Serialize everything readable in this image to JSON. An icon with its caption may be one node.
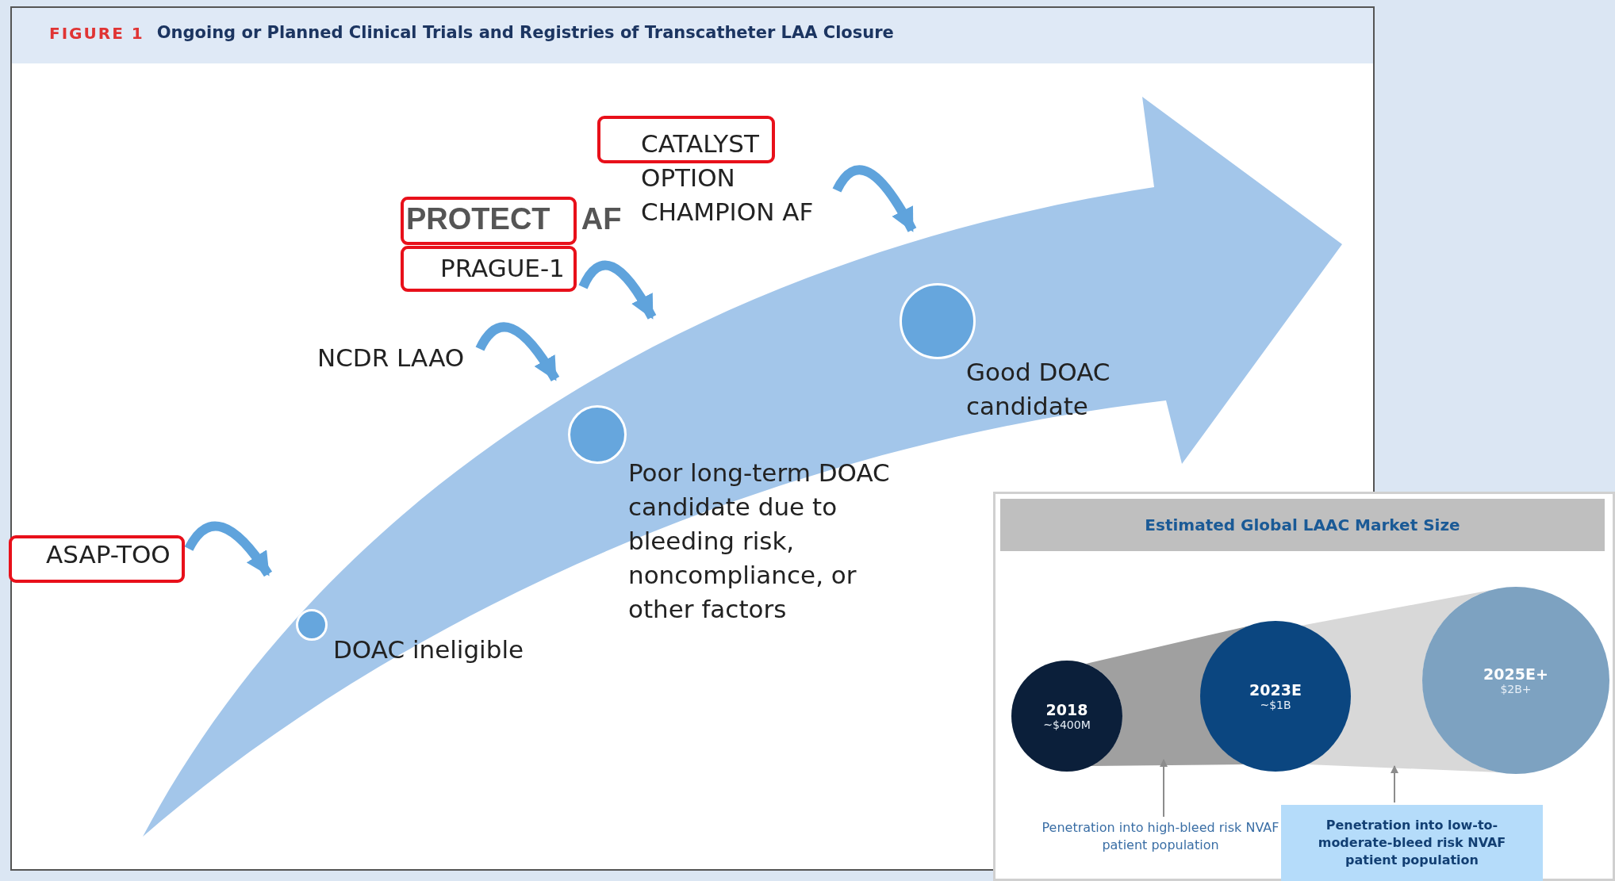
{
  "diagram": {
    "title": "Ongoing or Planned Clinical Trials and Registries of Transcatheter LAA Closure",
    "nodes": [
      {
        "text": [
          "ASAP-TOO"
        ]
      },
      {
        "text": [
          "NCDR LAAO"
        ]
      },
      {
        "text": [
          "PROTECT AF",
          "PRAGUE-1"
        ]
      },
      {
        "text": [
          "CATALYST",
          "OPTION",
          "CHAMPION AF"
        ]
      },
      {
        "text": [],
        "shape": "arrow"
      },
      {
        "text": [],
        "shape": "circle",
        "in": 4,
        "beside": [
          "DOAC ineligible"
        ]
      },
      {
        "text": [],
        "shape": "circle",
        "in": 4,
        "beside": [
          "Poor long-term DOAC candidate due to bleeding risk, noncompliance, or other factors"
        ]
      },
      {
        "text": [],
        "shape": "circle",
        "in": 4,
        "beside": [
          "Good DOAC candidate"
        ]
      },
      {
        "text": [
          "Estimated Global LAAC Market Size"
        ]
      },
      {
        "text": [
          "2018",
          "~$400M"
        ],
        "in": 8
      },
      {
        "text": [
          "2023E",
          "~$1B"
        ],
        "in": 8
      },
      {
        "text": [
          "2025E+",
          "$2B+"
        ],
        "in": 8
      },
      {
        "text": [
          "Penetration into high-bleed risk NVAF patient population"
        ],
        "in": 8
      },
      {
        "text": [
          "Penetration into low-to-moderate-bleed risk NVAF patient population"
        ],
        "in": 8
      },
      {
        "text": [],
        "shape": "band",
        "in": 8
      },
      {
        "text": [],
        "shape": "band",
        "in": 8
      }
    ],
    "edges": [
      {
        "from": 0,
        "to": 4,
        "arrow": "to"
      },
      {
        "from": 1,
        "to": 4,
        "arrow": "to"
      },
      {
        "from": 2,
        "to": 4,
        "arrow": "to"
      },
      {
        "from": 3,
        "to": 4,
        "arrow": "to"
      },
      {
        "from": 12,
        "to": 14,
        "arrow": "to"
      },
      {
        "from": 13,
        "to": 15,
        "arrow": "to"
      }
    ],
    "labels": [
      "FIGURE 1"
    ]
  }
}
